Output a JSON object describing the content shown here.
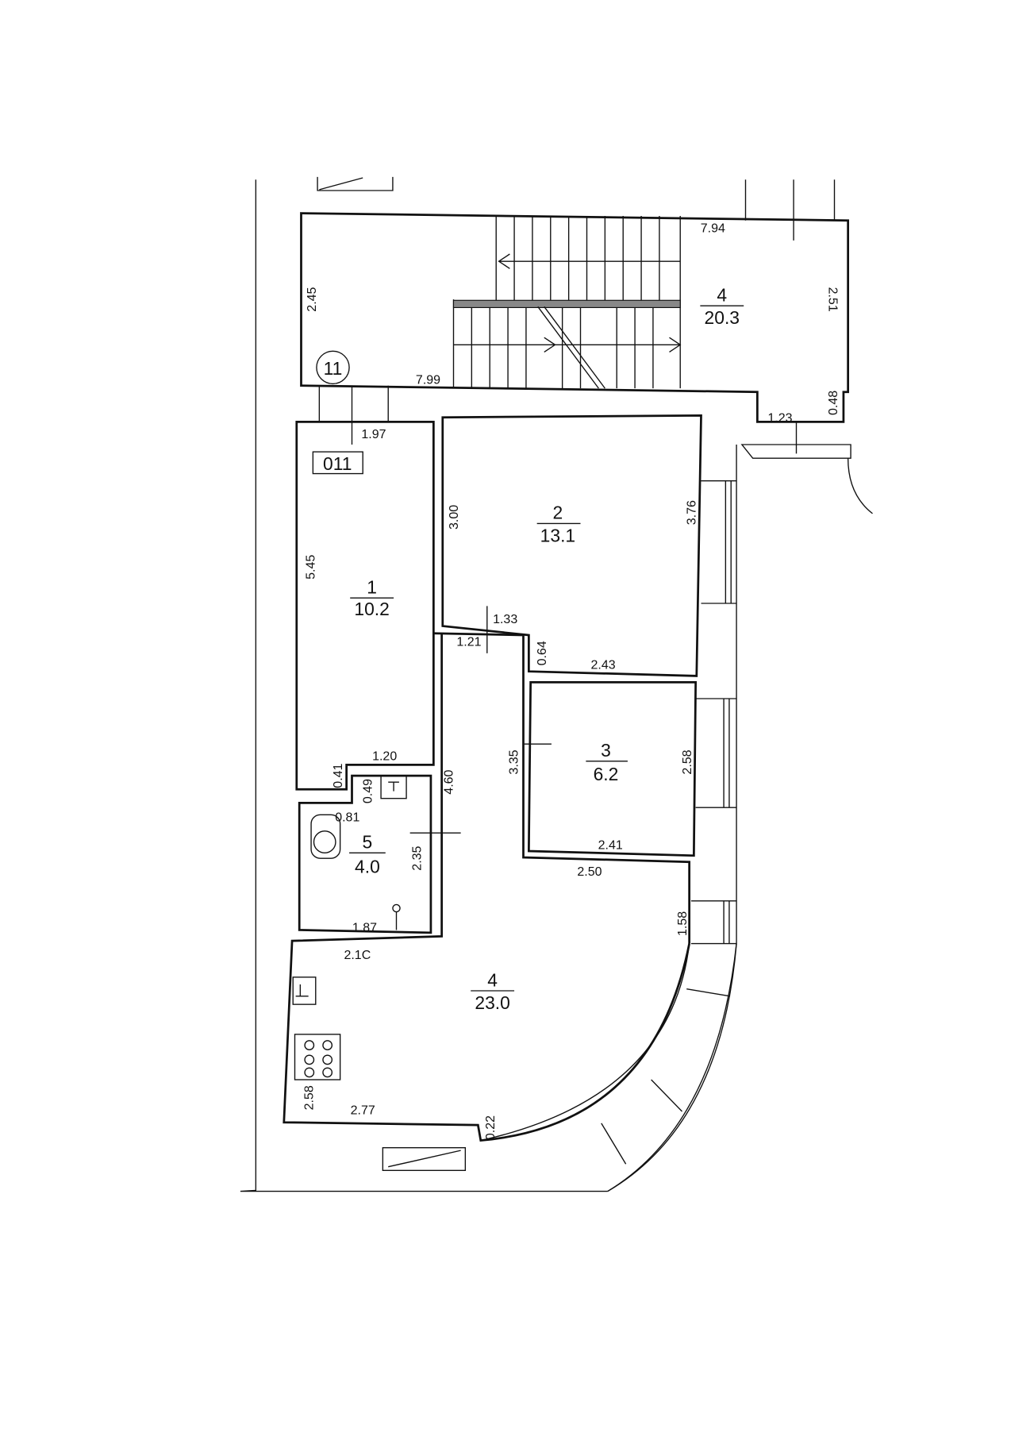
{
  "plan": {
    "marker": "11",
    "tag": "011",
    "rooms": [
      {
        "number": "4",
        "area": "20.3"
      },
      {
        "number": "1",
        "area": "10.2"
      },
      {
        "number": "2",
        "area": "13.1"
      },
      {
        "number": "3",
        "area": "6.2"
      },
      {
        "number": "5",
        "area": "4.0"
      },
      {
        "number": "4",
        "area": "23.0"
      }
    ],
    "dimensions": [
      "2.45",
      "7.94",
      "2.51",
      "7.99",
      "1.97",
      "1.23",
      "0.48",
      "5.45",
      "3.00",
      "3.76",
      "1.33",
      "1.21",
      "0.64",
      "2.43",
      "3.35",
      "2.58",
      "2.41",
      "1.20",
      "0.41",
      "0.49",
      "4.60",
      "0.81",
      "2.35",
      "1.87",
      "2.50",
      "1.58",
      "2.1C",
      "2.58",
      "2.77",
      "0.22"
    ]
  }
}
